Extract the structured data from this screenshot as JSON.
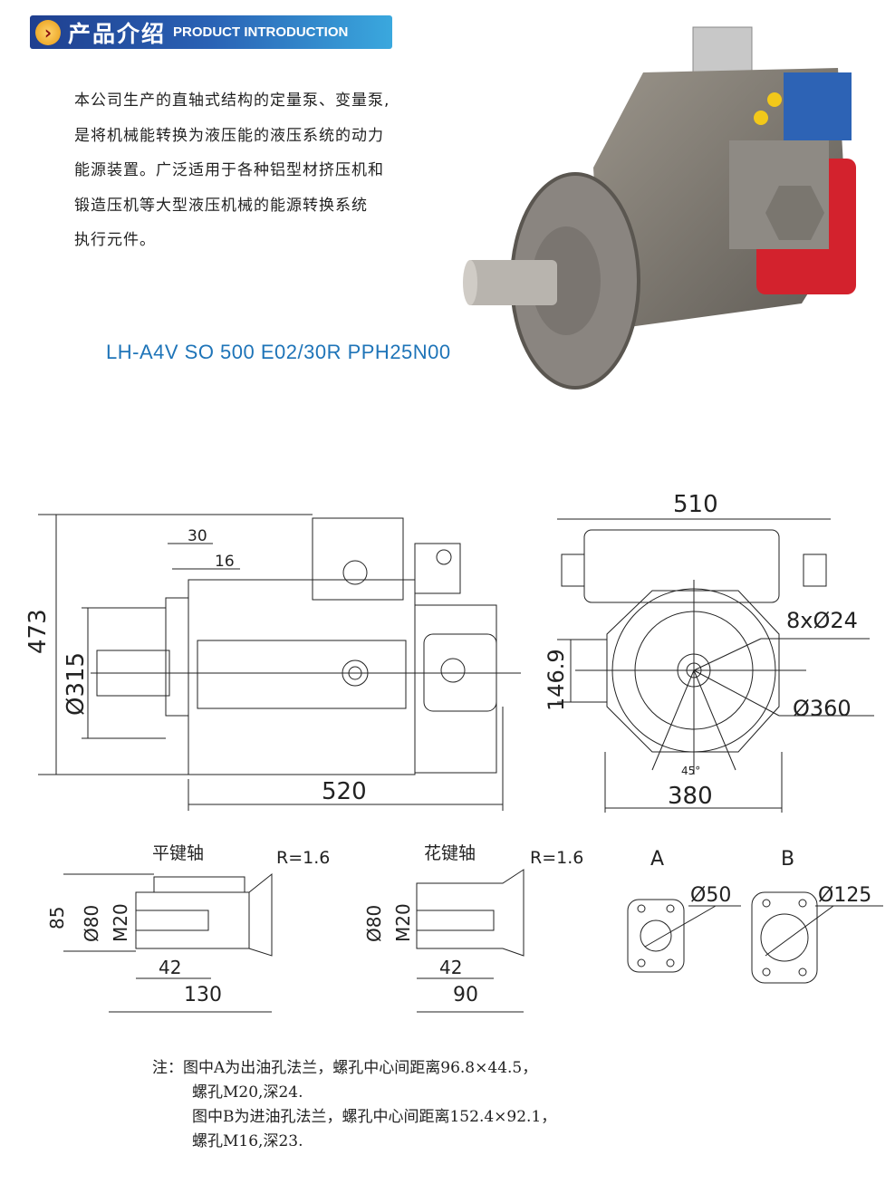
{
  "header": {
    "title_cn": "产品介绍",
    "title_en": "PRODUCT INTRODUCTION",
    "icon": "chevron-right-icon"
  },
  "intro": [
    "本公司生产的直轴式结构的定量泵、变量泵,",
    "是将机械能转换为液压能的液压系统的动力",
    "能源装置。广泛适用于各种铝型材挤压机和",
    "锻造压机等大型液压机械的能源转换系统",
    "执行元件。"
  ],
  "model": "LH-A4V SO 500 E02/30R PPH25N00",
  "drawing": {
    "side": {
      "d473": "473",
      "d315": "Ø315",
      "d30": "30",
      "d16": "16",
      "d520": "520"
    },
    "front": {
      "d510": "510",
      "d146": "146.9",
      "holes": "8xØ24",
      "d360": "Ø360",
      "d380": "380",
      "angle": "45°"
    },
    "flat_key": {
      "title": "平键轴",
      "r": "R=1.6",
      "d85": "85",
      "d80": "Ø80",
      "m20": "M20",
      "d42": "42",
      "d130": "130"
    },
    "spline": {
      "title": "花键轴",
      "r": "R=1.6",
      "d80": "Ø80",
      "m20": "M20",
      "d42": "42",
      "d90": "90"
    },
    "flange_a": {
      "label": "A",
      "d": "Ø50"
    },
    "flange_b": {
      "label": "B",
      "d": "Ø125"
    }
  },
  "notes": [
    "注：图中A为出油孔法兰，螺孔中心间距离96.8×44.5，",
    "螺孔M20,深24.",
    "图中B为进油孔法兰，螺孔中心间距离152.4×92.1，",
    "螺孔M16,深23."
  ]
}
